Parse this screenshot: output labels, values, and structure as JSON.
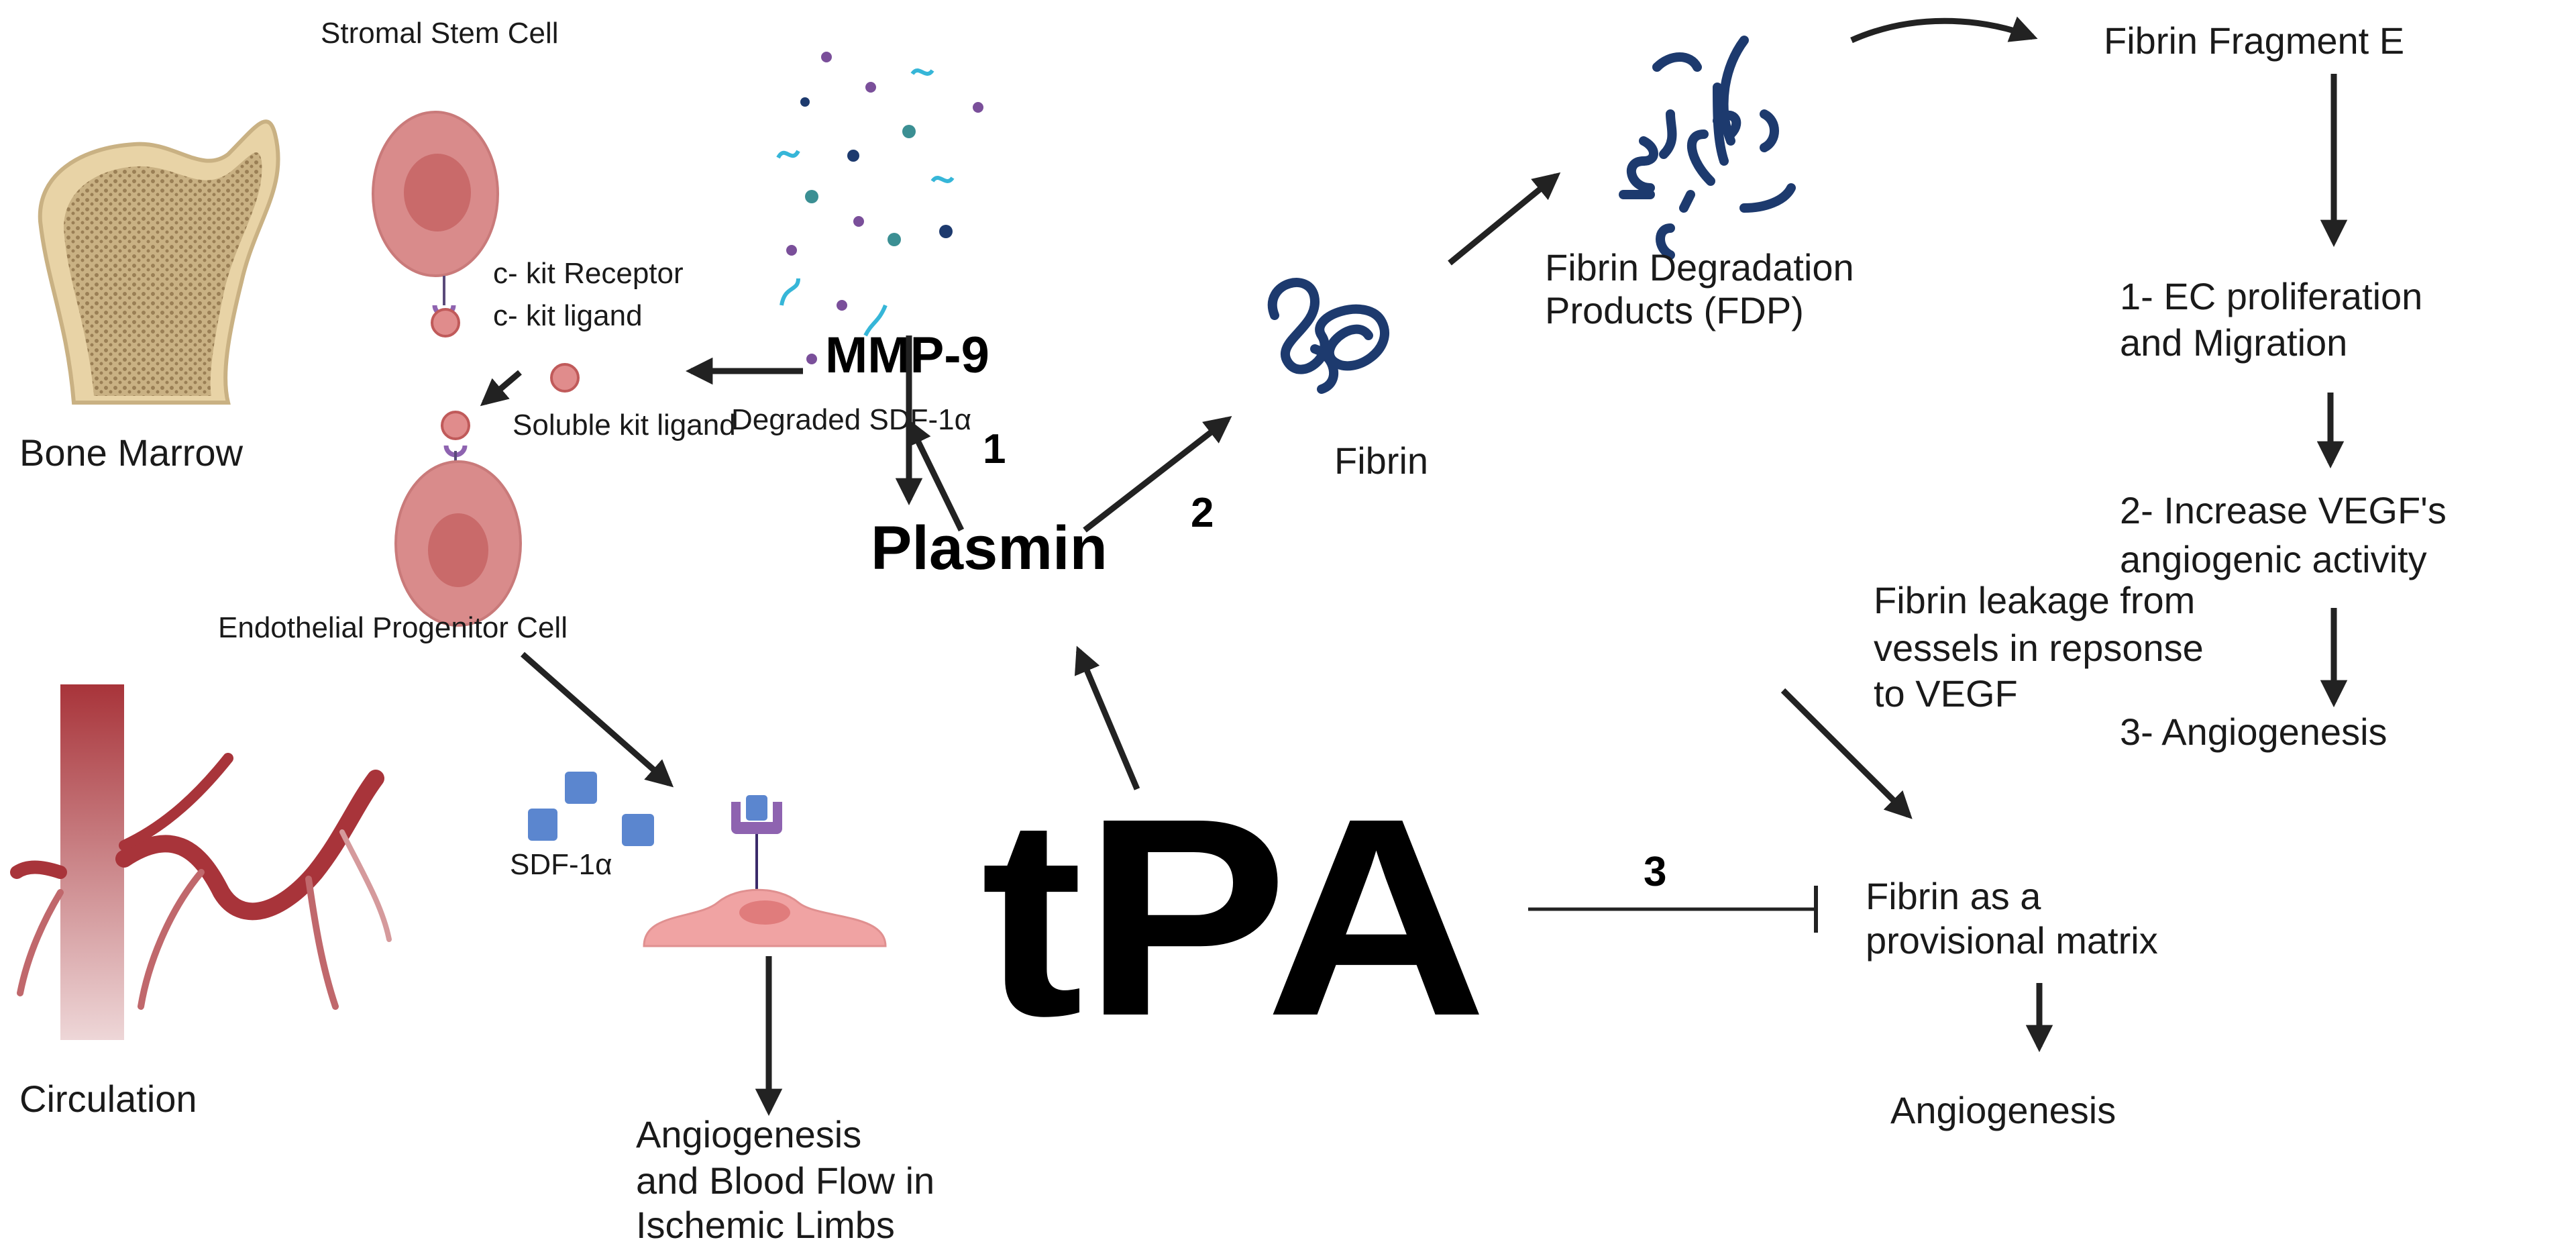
{
  "labels": {
    "stromal_stem_cell": "Stromal Stem Cell",
    "bone_marrow": "Bone Marrow",
    "c_kit_receptor": "c- kit Receptor",
    "c_kit_ligand": "c- kit ligand",
    "soluble_kit_ligand": "Soluble kit ligand",
    "endothelial_progenitor_cell": "Endothelial Progenitor Cell",
    "degraded_sdf": "Degraded SDF-1α",
    "mmp9": "MMP-9",
    "plasmin": "Plasmin",
    "tpa": "tPA",
    "step1": "1",
    "step2": "2",
    "step3": "3",
    "fibrin": "Fibrin",
    "fdp_line1": "Fibrin Degradation",
    "fdp_line2": "Products (FDP)",
    "fibrin_fragment_e": "Fibrin Fragment E",
    "ec_line1": "1- EC proliferation",
    "ec_line2": "and Migration",
    "vegf_line1": "2- Increase VEGF's",
    "vegf_line2": "angiogenic activity",
    "angio3": "3- Angiogenesis",
    "leak_line1": "Fibrin leakage from",
    "leak_line2": "vessels in repsonse",
    "leak_line3": "to VEGF",
    "matrix_line1": "Fibrin as a",
    "matrix_line2": "provisional matrix",
    "angiogenesis": "Angiogenesis",
    "circulation": "Circulation",
    "sdf": "SDF-1α",
    "limbs_line1": "Angiogenesis",
    "limbs_line2": "and Blood Flow in",
    "limbs_line3": "Ischemic Limbs"
  },
  "colors": {
    "cell": "#d98b8b",
    "nucleus": "#c96a6a",
    "receptor": "#8e63b0",
    "fibrin": "#1d3a6e",
    "sdf_square": "#5b86cf",
    "vessel": "#a8343a",
    "bone": "#e8d3a6",
    "arrow": "#222222"
  }
}
